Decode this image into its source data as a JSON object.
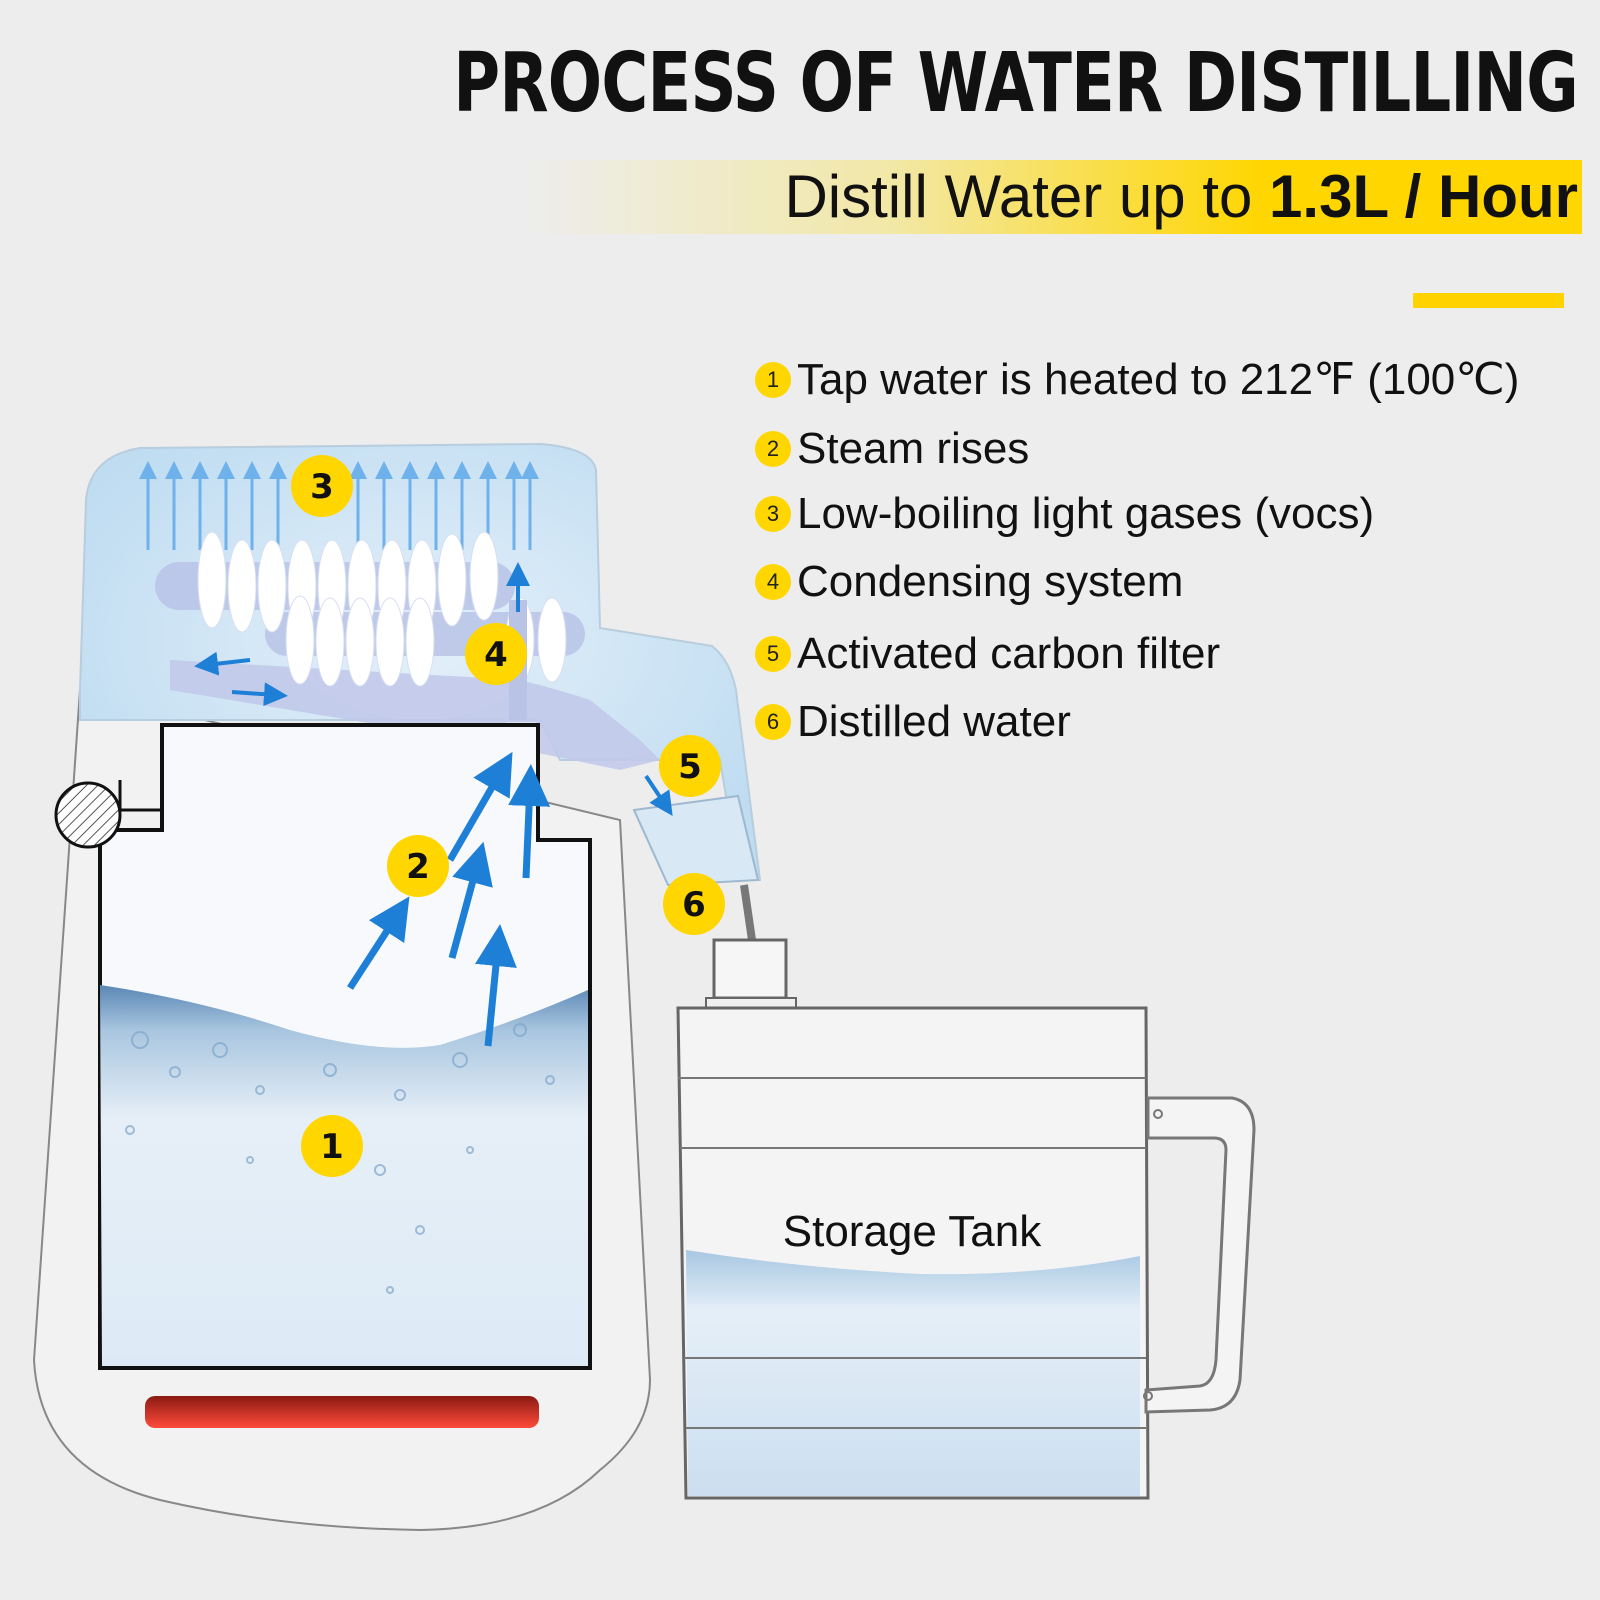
{
  "header": {
    "title": "PROCESS OF WATER DISTILLING",
    "subtitle_prefix": "Distill Water up to ",
    "subtitle_highlight": "1.3L / Hour"
  },
  "steps": [
    {
      "num": "1",
      "text": "Tap water is heated to 212℉ (100℃)"
    },
    {
      "num": "2",
      "text": "Steam rises"
    },
    {
      "num": "3",
      "text": "Low-boiling light gases (vocs)"
    },
    {
      "num": "4",
      "text": "Condensing system"
    },
    {
      "num": "5",
      "text": "Activated carbon filter"
    },
    {
      "num": "6",
      "text": "Distilled water"
    }
  ],
  "diagram": {
    "badges": [
      "1",
      "2",
      "3",
      "4",
      "5",
      "6"
    ],
    "tank_label": "Storage Tank"
  },
  "colors": {
    "accent_yellow": "#ffd600",
    "arrow_blue": "#1e7fd6",
    "heater_red": "#e8342a",
    "background": "#ededed"
  }
}
